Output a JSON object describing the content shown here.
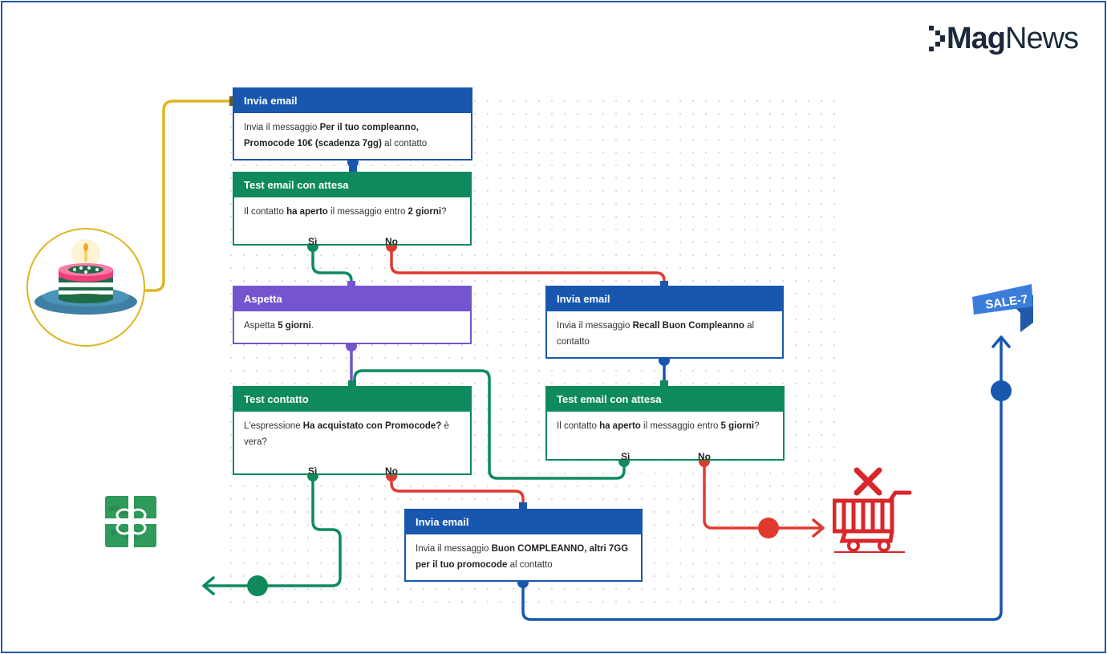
{
  "brand": {
    "logo_bold": "Mag",
    "logo_light": "News"
  },
  "badge": {
    "label": "SALE-7"
  },
  "colors": {
    "frame": "#1f5aa6",
    "email_node": "#1857ad",
    "test_node": "#0e8a5c",
    "wait_node": "#7455cf",
    "trigger_wire": "#e0b521",
    "yes_wire": "#0e8a5c",
    "no_wire": "#e03a2f",
    "next_wire": "#1857ad"
  },
  "nodes": {
    "email1": {
      "title": "Invia email",
      "pre": "Invia il messaggio ",
      "message": "Per il tuo compleanno, Promocode 10€ (scadenza 7gg)",
      "post": " al contatto"
    },
    "test1": {
      "title": "Test email con attesa",
      "pre": "Il contatto ",
      "condition": "ha aperto",
      "mid": " il messaggio entro ",
      "days": "2 giorni",
      "post": "?",
      "yes": "Sì",
      "no": "No"
    },
    "wait": {
      "title": "Aspetta",
      "pre": "Aspetta ",
      "days": "5 giorni",
      "post": "."
    },
    "email2": {
      "title": "Invia email",
      "pre": "Invia il messaggio ",
      "message": "Recall Buon Compleanno",
      "post": " al contatto"
    },
    "test_contact": {
      "title": "Test contatto",
      "pre": "L'espressione ",
      "expression": "Ha acquistato con Promocode?",
      "post": " è vera?",
      "yes": "Sì",
      "no": "No"
    },
    "test2": {
      "title": "Test email con attesa",
      "pre": "Il contatto ",
      "condition": "ha aperto",
      "mid": " il messaggio entro ",
      "days": "5 giorni",
      "post": "?",
      "yes": "Sì",
      "no": "No"
    },
    "email3": {
      "title": "Invia email",
      "pre": "Invia il messaggio ",
      "message": "Buon COMPLEANNO, altri 7GG per il tuo promocode",
      "post": " al contatto"
    }
  },
  "icons": {
    "trigger": "birthday-cake-icon",
    "gift": "gift-box-icon",
    "cart": "cancelled-cart-icon",
    "sale": "sale-ribbon-icon"
  }
}
